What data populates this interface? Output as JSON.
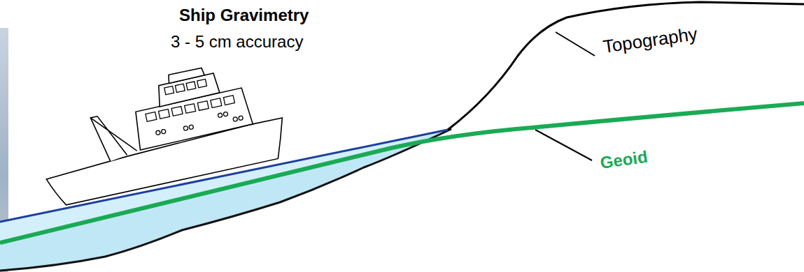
{
  "diagram": {
    "labels": [
      "Ship Gravimetry",
      "3 - 5 cm accuracy",
      "Topography",
      "Geoid"
    ]
  }
}
